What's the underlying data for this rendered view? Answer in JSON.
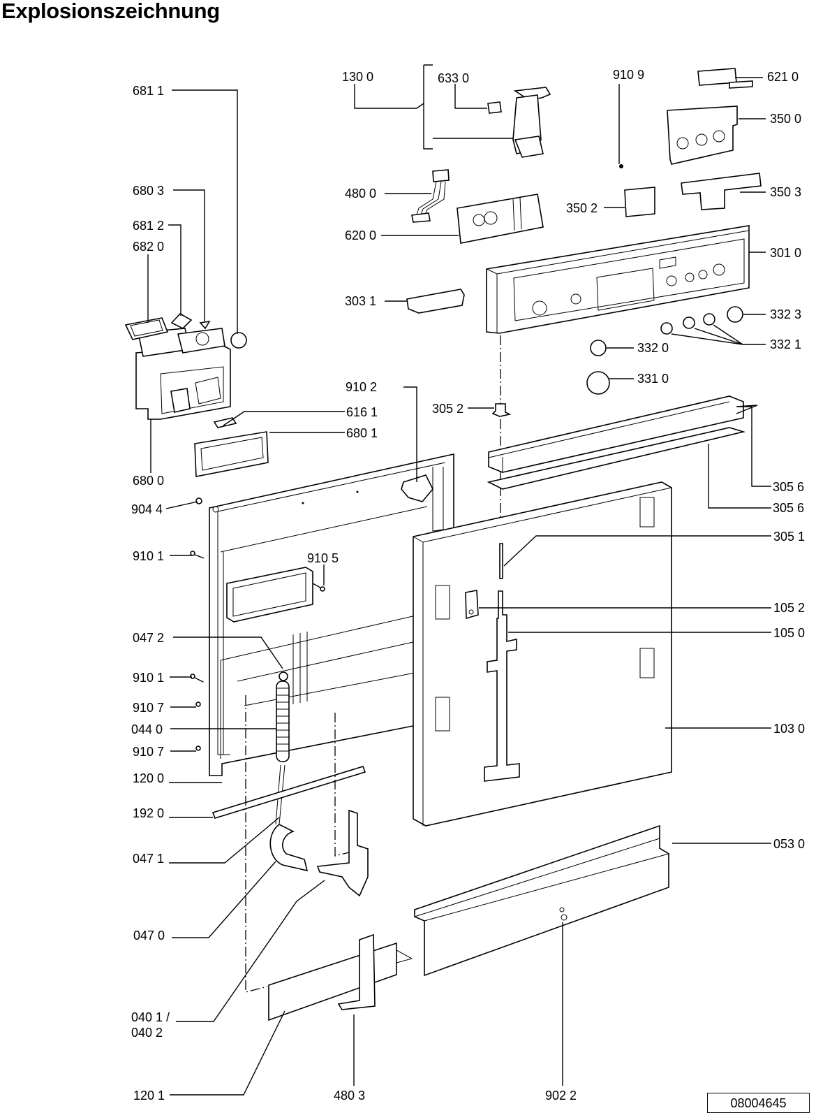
{
  "title": "Explosionszeichnung",
  "document_number": "08004645",
  "labels": {
    "l6811": "681 1",
    "l6803": "680 3",
    "l6812": "681 2",
    "l6820": "682 0",
    "l6800": "680 0",
    "l6161": "616 1",
    "l6801": "680 1",
    "l9102": "910 2",
    "l9044": "904 4",
    "l9101a": "910 1",
    "l9105": "910 5",
    "l0472": "047 2",
    "l9101b": "910 1",
    "l9107a": "910 7",
    "l0440": "044 0",
    "l9107b": "910 7",
    "l1200": "120 0",
    "l1920": "192 0",
    "l0471": "047 1",
    "l0470": "047 0",
    "l0401": "040 1 /",
    "l0402": "040 2",
    "l1201": "120 1",
    "l4803": "480 3",
    "l9022": "902 2",
    "l1300": "130 0",
    "l6330": "633 0",
    "l4800": "480 0",
    "l6200": "620 0",
    "l3031": "303 1",
    "l9109": "910 9",
    "l6210": "621 0",
    "l3500": "350 0",
    "l3502": "350 2",
    "l3503": "350 3",
    "l3010": "301 0",
    "l3323": "332 3",
    "l3321": "332 1",
    "l3320": "332 0",
    "l3310": "331 0",
    "l3052": "305 2",
    "l3056a": "305 6",
    "l3056b": "305 6",
    "l3051": "305 1",
    "l1052": "105 2",
    "l1050": "105 0",
    "l1030": "103 0",
    "l0530": "053 0"
  }
}
